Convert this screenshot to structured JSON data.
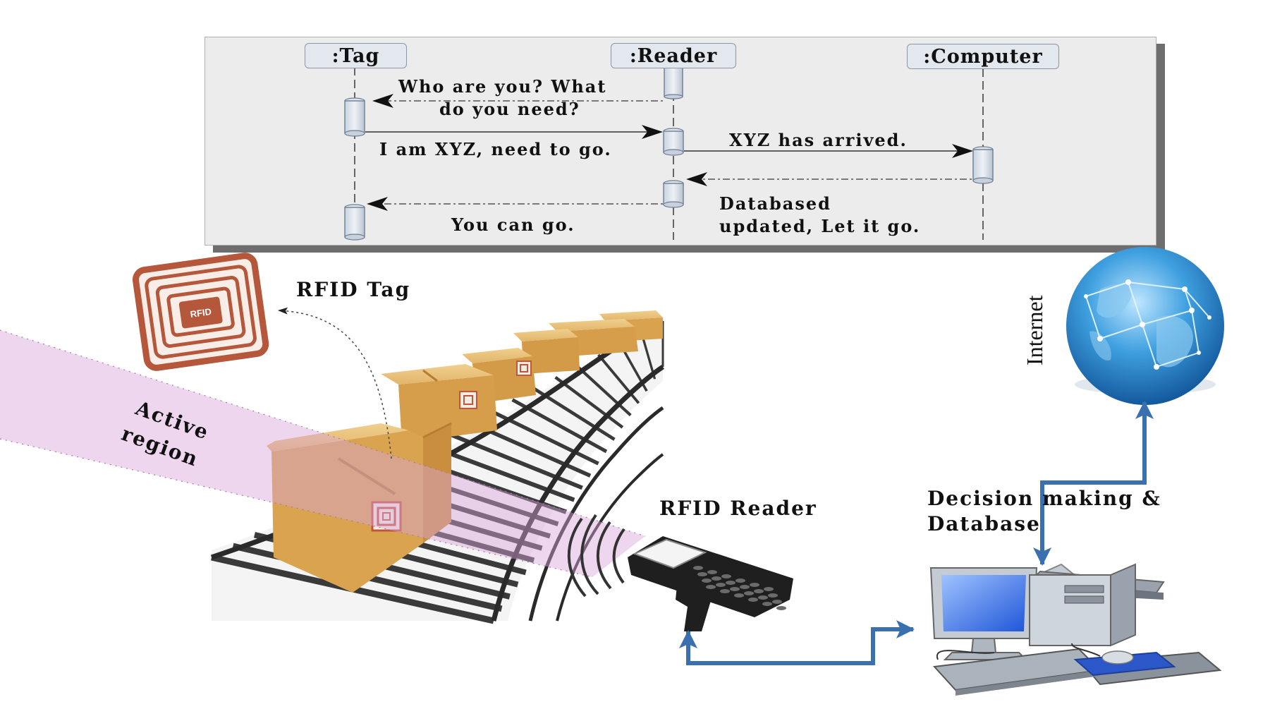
{
  "sequence": {
    "lifelines": {
      "tag": ":Tag",
      "reader": ":Reader",
      "computer": ":Computer"
    },
    "messages": {
      "who_line1": "Who are you? What",
      "who_line2": "do you need?",
      "iam": "I am XYZ, need to go.",
      "arrived": "XYZ has arrived.",
      "db_line1": "Databased",
      "db_line2": "updated, Let it go.",
      "cango": "You can go."
    }
  },
  "scene": {
    "rfid_tag_label": "RFID Tag",
    "tag_logo_text": "RFID",
    "active_region_line1": "Active",
    "active_region_line2": "region",
    "rfid_reader_label": "RFID Reader",
    "decision_line1": "Decision making &",
    "decision_line2": "Database",
    "internet_label": "Internet"
  },
  "colors": {
    "panel": "#ececec",
    "active_region": "#d9a6d9",
    "flow_arrow": "#3a6fb0",
    "box_cardboard": "#d9a55a",
    "tag_copper": "#b5573a",
    "globe": "#2f8fd0"
  }
}
